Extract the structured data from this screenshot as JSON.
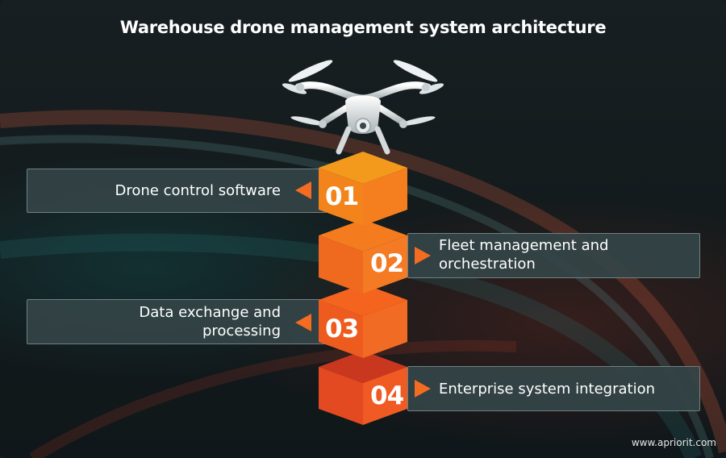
{
  "title": "Warehouse drone management system architecture",
  "steps": [
    {
      "number": "01",
      "label": "Drone control software"
    },
    {
      "number": "02",
      "label": "Fleet management and orchestration"
    },
    {
      "number": "03",
      "label": "Data exchange and processing"
    },
    {
      "number": "04",
      "label": "Enterprise system integration"
    }
  ],
  "footer": "www.apriorit.com",
  "colors": {
    "accent": "#f36c21",
    "box_fill": "#344446",
    "background": "#141b1d"
  }
}
